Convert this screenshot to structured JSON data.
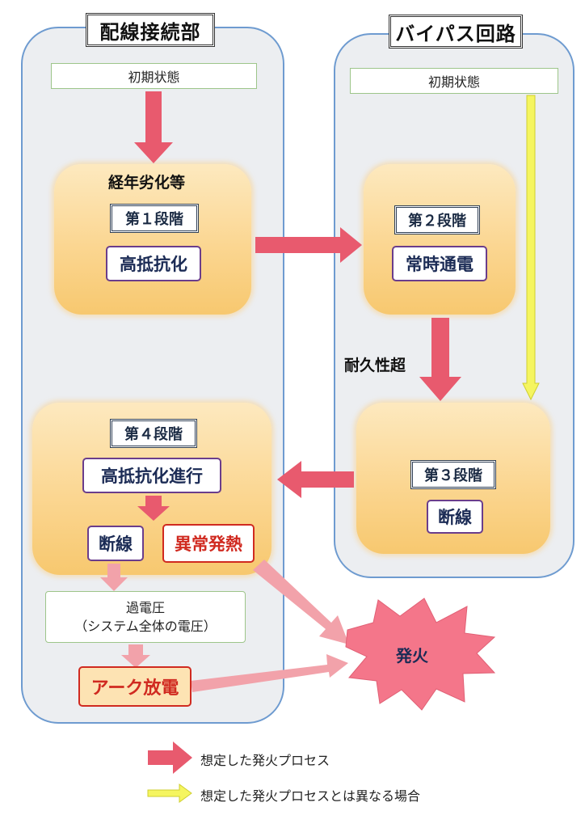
{
  "wiring": {
    "title": "配線接続部",
    "initial": "初期状態",
    "aging": "経年劣化等",
    "stage1": "第１段階",
    "high_resistance": "高抵抗化",
    "stage4": "第４段階",
    "high_resistance_progress": "高抵抗化進行",
    "disconnect": "断線",
    "abnormal_heat": "異常発熱",
    "overvoltage": "過電圧",
    "overvoltage_note": "（システム全体の電圧）",
    "arc": "アーク放電"
  },
  "bypass": {
    "title": "バイパス回路",
    "initial": "初期状態",
    "stage2": "第２段階",
    "constant_current": "常時通電",
    "durability_exceeded": "耐久性超",
    "stage3": "第３段階",
    "disconnect": "断線"
  },
  "fire": "発火",
  "legend": {
    "red_label": "想定した発火プロセス",
    "yellow_label": "想定した発火プロセスとは異なる場合"
  },
  "colors": {
    "red_arrow": "#e85a6e",
    "pink_arrow": "#f2a2aa",
    "yellow_arrow": "#f5f560",
    "panel_border": "#6e9bd0",
    "orange_box": "#fbd691"
  }
}
